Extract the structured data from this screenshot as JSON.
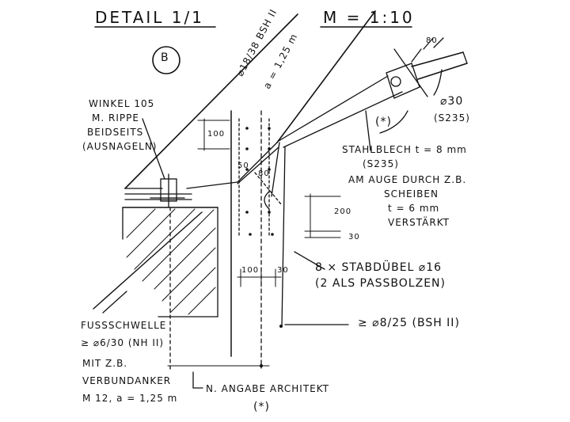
{
  "header": {
    "detail": "DETAIL 1/1",
    "scale": "M = 1:10"
  },
  "labels": {
    "circle_letter": "B",
    "rafter": "⌀18/38 BSH II",
    "rafter_spacing": "a = 1,25 m",
    "winkel_1": "WINKEL 105",
    "winkel_2": "M. RIPPE",
    "winkel_3": "BEIDSEITS",
    "winkel_4": "(AUSNAGELN)",
    "dim_100_top": "100",
    "dim_50": "50",
    "dim_80_mid": "80",
    "dim_80_top": "80",
    "dim_200": "200",
    "dim_30_right": "30",
    "dim_100_bottom": "100",
    "dim_30_bottom": "30",
    "rod": "⌀30",
    "rod_mat": "(S235)",
    "star_mark": "(*)",
    "plate_1": "STAHLBLECH t = 8 mm",
    "plate_2": "(S235)",
    "plate_3": "AM AUGE DURCH Z.B.",
    "plate_4": "SCHEIBEN",
    "plate_5": "t = 6 mm",
    "plate_6": "VERSTÄRKT",
    "dowel_1": "8 × STABDÜBEL ⌀16",
    "dowel_2": "(2 ALS PASSBOLZEN)",
    "post": "≥ ⌀8/25 (BSH II)",
    "sill_1": "FUSSSCHWELLE",
    "sill_2": "≥ ⌀6/30 (NH II)",
    "sill_3": "MIT Z.B.",
    "sill_4": "VERBUNDANKER",
    "sill_5": "M 12, a = 1,25 m",
    "architect": "N. ANGABE ARCHITEKT",
    "star_bottom": "(*)"
  },
  "colors": {
    "ink": "#111111",
    "paper": "#ffffff"
  }
}
